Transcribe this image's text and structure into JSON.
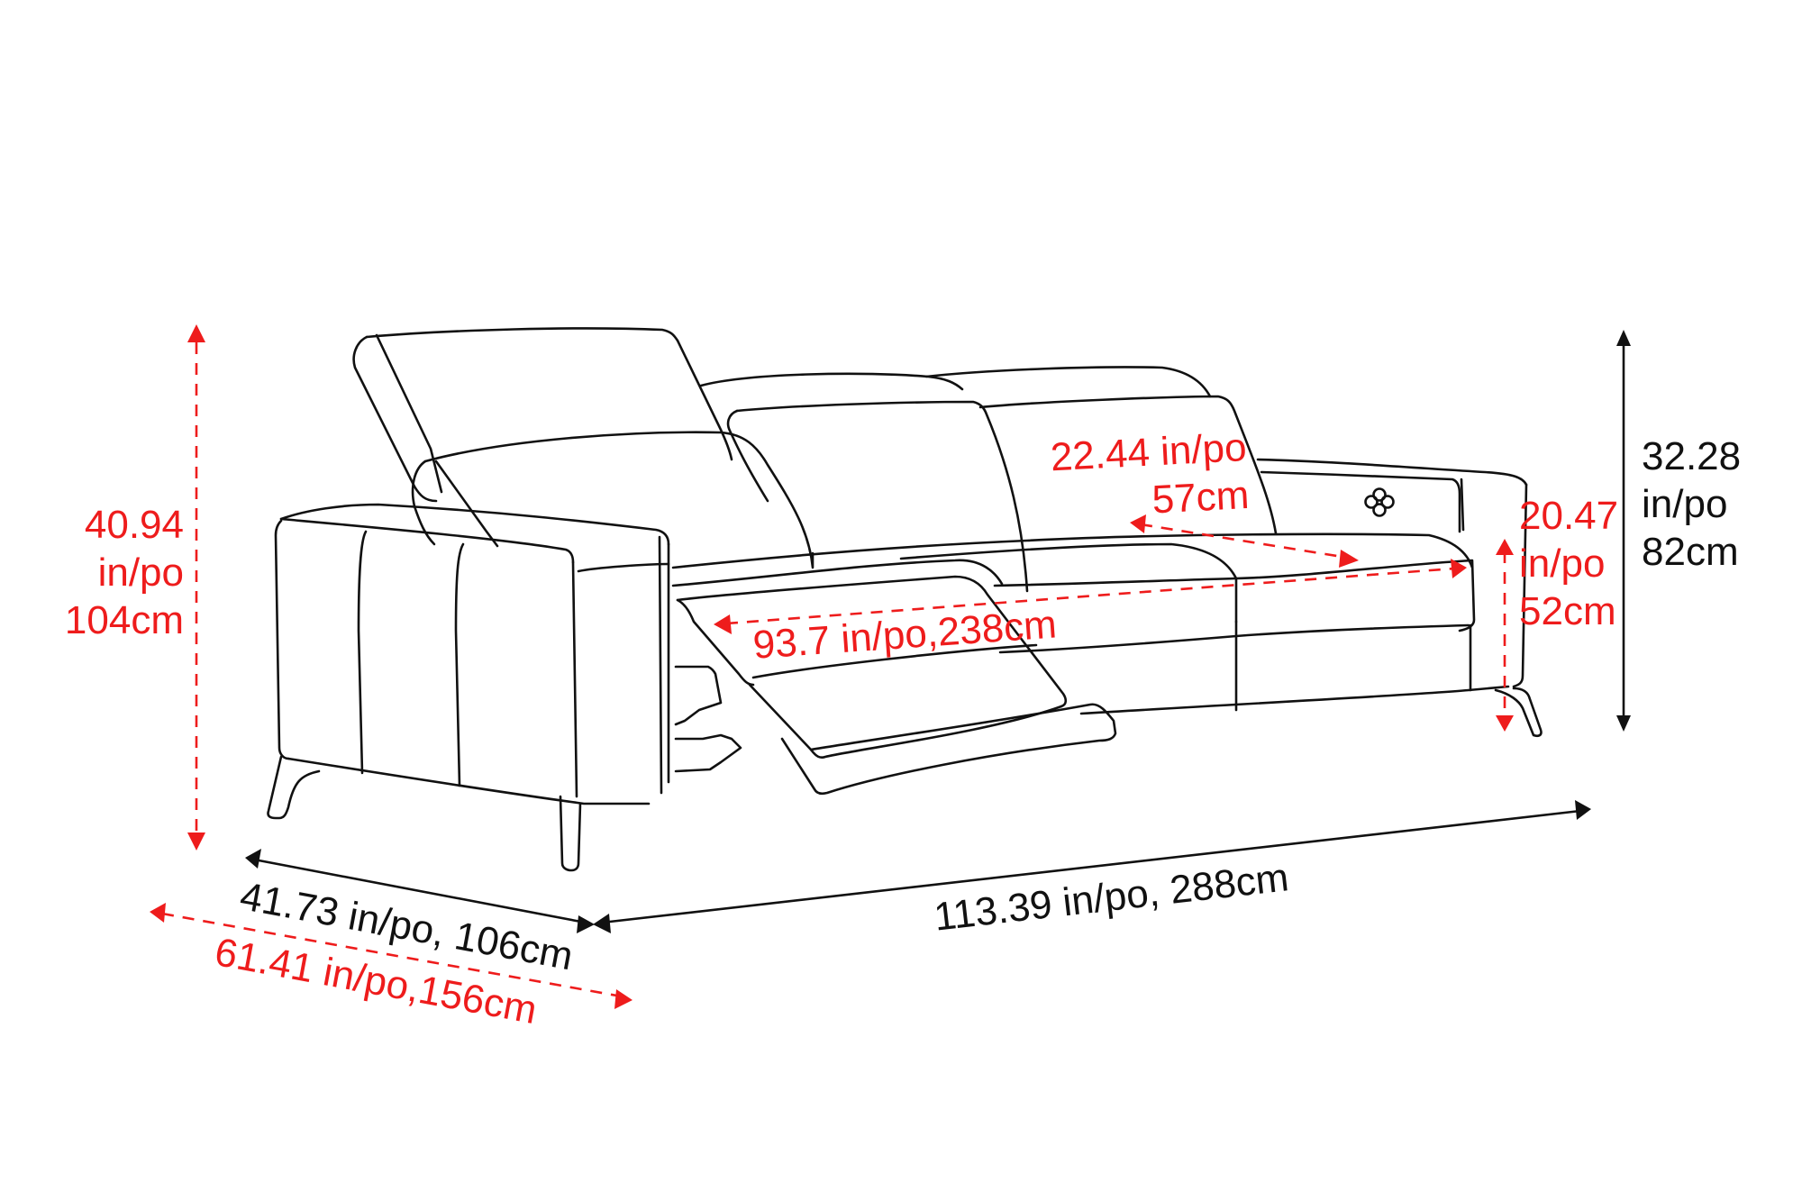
{
  "diagram": {
    "subject": "Reclining sofa dimension drawing",
    "colors": {
      "line": "#111111",
      "accent_red": "#ee1c1c",
      "background": "#ffffff"
    },
    "dimensions": {
      "total_height": {
        "color": "red",
        "value": "40.94",
        "unit_line": "in/po",
        "metric": "104cm"
      },
      "back_height": {
        "color": "black",
        "value": "32.28",
        "unit_line": "in/po",
        "metric": "82cm"
      },
      "seat_height": {
        "color": "red",
        "value": "20.47",
        "unit_line": "in/po",
        "metric": "52cm"
      },
      "seat_depth": {
        "color": "red",
        "line1": "22.44 in/po",
        "line2": "57cm"
      },
      "seat_width": {
        "color": "red",
        "text": "93.7 in/po,238cm"
      },
      "depth": {
        "color": "black",
        "text": "41.73 in/po, 106cm"
      },
      "reclined_depth": {
        "color": "red",
        "text": "61.41 in/po,156cm"
      },
      "total_width": {
        "color": "black",
        "text": "113.39 in/po, 288cm"
      }
    },
    "icons": {
      "recline_button": "four-circle-control-icon"
    }
  }
}
